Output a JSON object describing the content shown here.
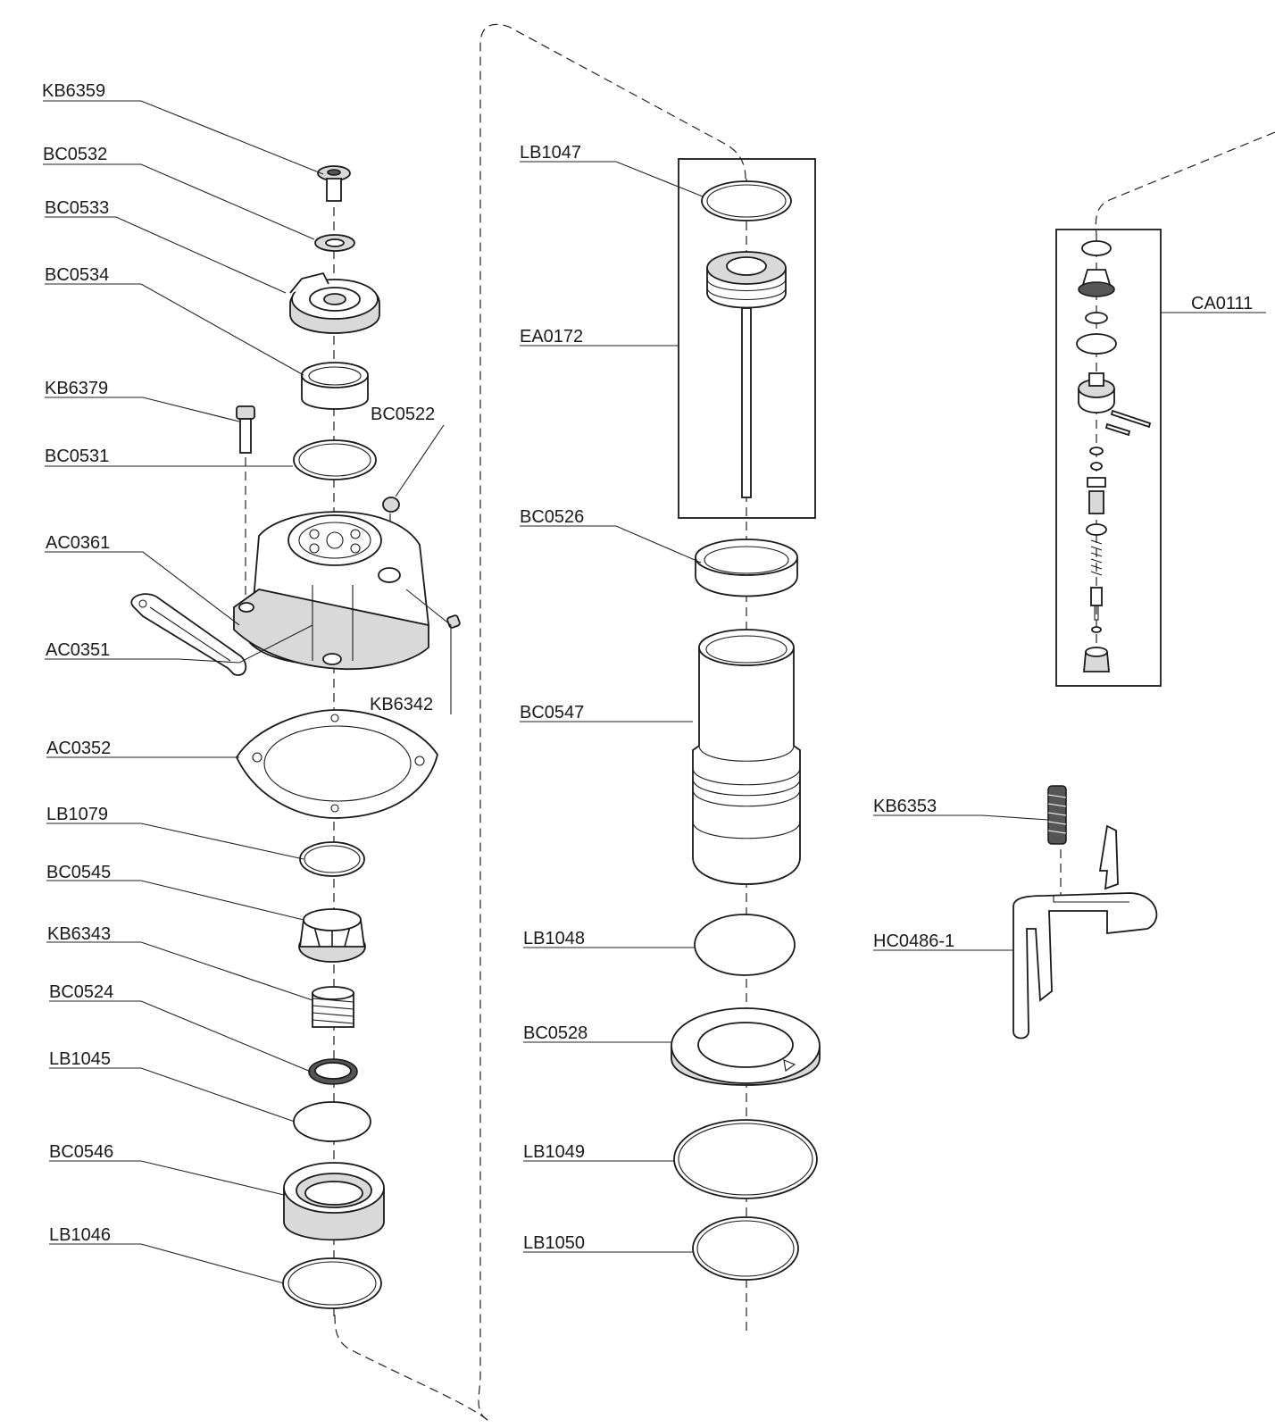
{
  "labels": {
    "KB6359": "KB6359",
    "BC0532": "BC0532",
    "BC0533": "BC0533",
    "BC0534": "BC0534",
    "KB6379": "KB6379",
    "BC0522": "BC0522",
    "BC0531": "BC0531",
    "AC0361": "AC0361",
    "AC0351": "AC0351",
    "KB6342": "KB6342",
    "AC0352": "AC0352",
    "LB1079": "LB1079",
    "BC0545": "BC0545",
    "KB6343": "KB6343",
    "BC0524": "BC0524",
    "LB1045": "LB1045",
    "BC0546": "BC0546",
    "LB1046": "LB1046",
    "LB1047": "LB1047",
    "EA0172": "EA0172",
    "BC0526": "BC0526",
    "BC0547": "BC0547",
    "LB1048": "LB1048",
    "BC0528": "BC0528",
    "LB1049": "LB1049",
    "LB1050": "LB1050",
    "CA0111": "CA0111",
    "KB6353": "KB6353",
    "HC0486": "HC0486-1"
  }
}
